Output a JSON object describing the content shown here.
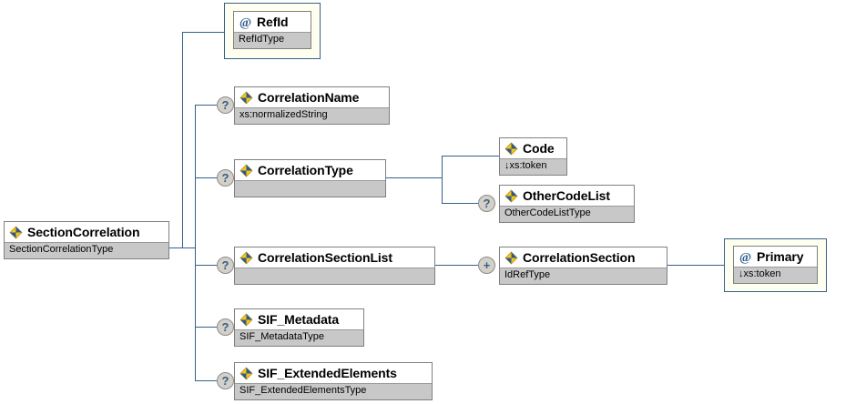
{
  "diagram": {
    "kind": "xsd-schema-diagram",
    "title": "SectionCorrelation element structure",
    "colors": {
      "connector": "#33618c",
      "node_border": "#808080",
      "type_bar": "#c8c8c8",
      "attribute_frame_border": "#33618c",
      "attribute_frame_fill": "#fffff0",
      "badge_fill": "#d4d0c8",
      "badge_text": "#33618c",
      "background": "#ffffff"
    },
    "icons": {
      "element": "element-icon",
      "attribute": "at-sign-icon",
      "optional": "question-badge-icon",
      "repeating": "plus-badge-icon",
      "derived_type": "down-arrow-icon"
    },
    "badges": {
      "optional": "?",
      "one_or_more": "+"
    }
  },
  "nodes": {
    "root": {
      "name": "SectionCorrelation",
      "type": "SectionCorrelationType",
      "kind": "element",
      "occurrence": ""
    },
    "refid": {
      "name": "RefId",
      "type": "RefIdType",
      "kind": "attribute",
      "occurrence": ""
    },
    "correlation_name": {
      "name": "CorrelationName",
      "type": "xs:normalizedString",
      "kind": "element",
      "occurrence": "?"
    },
    "correlation_type": {
      "name": "CorrelationType",
      "type": "",
      "kind": "element",
      "occurrence": "?"
    },
    "code": {
      "name": "Code",
      "type": "↓xs:token",
      "kind": "element",
      "occurrence": ""
    },
    "other_code_list": {
      "name": "OtherCodeList",
      "type": "OtherCodeListType",
      "kind": "element",
      "occurrence": "?"
    },
    "correlation_section_list": {
      "name": "CorrelationSectionList",
      "type": "",
      "kind": "element",
      "occurrence": "?"
    },
    "correlation_section": {
      "name": "CorrelationSection",
      "type": "IdRefType",
      "kind": "element",
      "occurrence": "+"
    },
    "primary": {
      "name": "Primary",
      "type": "↓xs:token",
      "kind": "attribute",
      "occurrence": ""
    },
    "sif_metadata": {
      "name": "SIF_Metadata",
      "type": "SIF_MetadataType",
      "kind": "element",
      "occurrence": "?"
    },
    "sif_extended_elements": {
      "name": "SIF_ExtendedElements",
      "type": "SIF_ExtendedElementsType",
      "kind": "element",
      "occurrence": "?"
    }
  }
}
